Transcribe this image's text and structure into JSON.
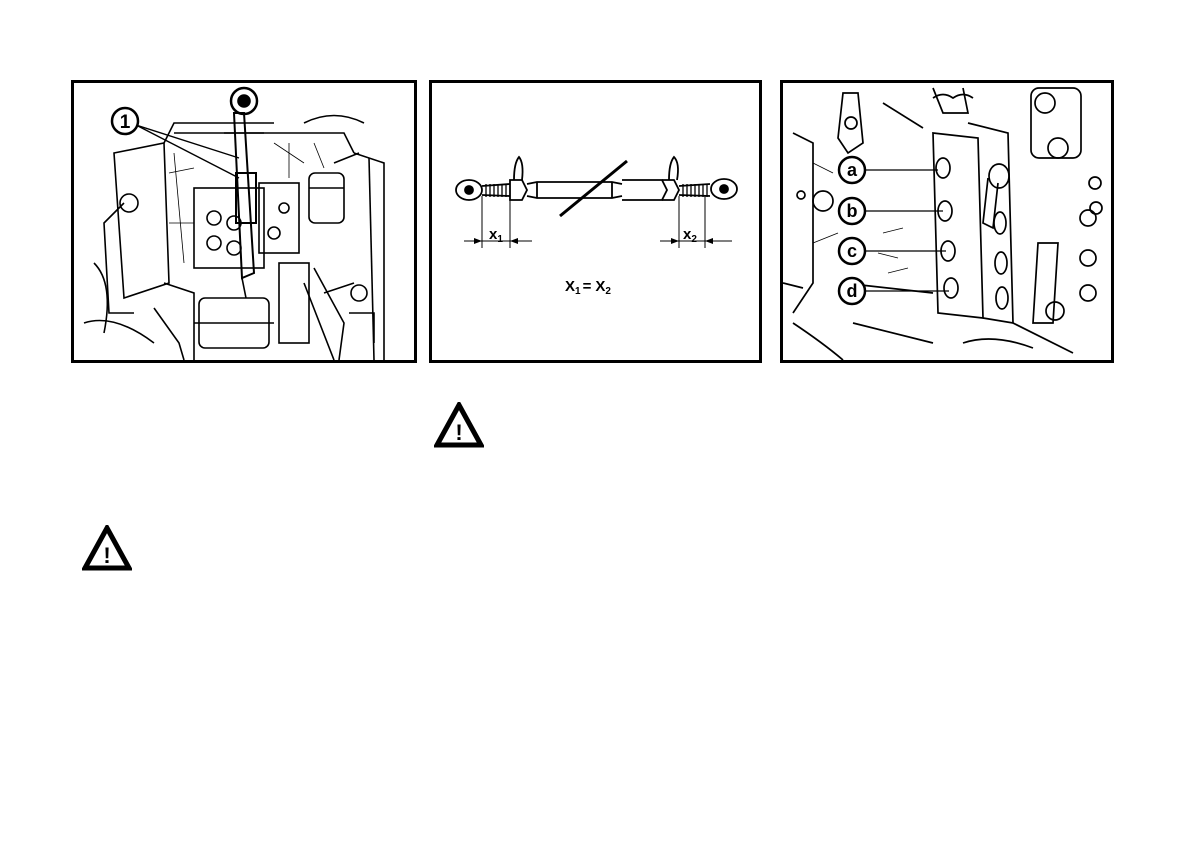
{
  "figures": {
    "fig1": {
      "callout": "1"
    },
    "fig2": {
      "x1_label": "x",
      "x1_sub": "1",
      "x2_label": "x",
      "x2_sub": "2",
      "formula_a": "X",
      "formula_a_sub": "1",
      "formula_eq": "=",
      "formula_b": "X",
      "formula_b_sub": "2"
    },
    "fig3": {
      "callouts": [
        "a",
        "b",
        "c",
        "d"
      ]
    }
  },
  "warnings": [
    {
      "icon": "warning-triangle-icon",
      "glyph": "!"
    },
    {
      "icon": "warning-triangle-icon",
      "glyph": "!"
    }
  ]
}
